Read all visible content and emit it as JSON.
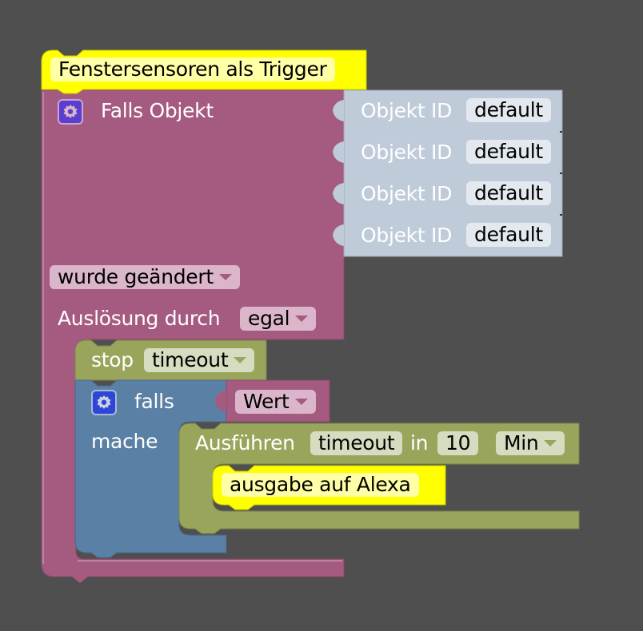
{
  "colors": {
    "workspace": "#4f4f4f",
    "trigger_block": "#a55b80",
    "object_id_block": "#bfcbd9",
    "comment_block": "#ffff00",
    "timeout_block": "#9aa55c",
    "if_block": "#5b80a5"
  },
  "comment_top": {
    "text": "Fenstersensoren als Trigger"
  },
  "trigger": {
    "gear_icon": "gear-icon",
    "label": "Falls Objekt",
    "object_ids": [
      {
        "label": "Objekt ID",
        "value": "default"
      },
      {
        "label": "Objekt ID",
        "value": "default"
      },
      {
        "label": "Objekt ID",
        "value": "default"
      },
      {
        "label": "Objekt ID",
        "value": "default"
      }
    ],
    "condition_dropdown": "wurde geändert",
    "trigger_by_label": "Auslösung durch",
    "trigger_by_dropdown": "egal"
  },
  "stop_block": {
    "label": "stop",
    "dropdown": "timeout"
  },
  "if_block": {
    "gear_icon": "gear-icon",
    "if_label": "falls",
    "condition_dropdown": "Wert",
    "do_label": "mache"
  },
  "timeout_block": {
    "label": "Ausführen",
    "name_value": "timeout",
    "in_label": "in",
    "delay_value": "10",
    "unit_dropdown": "Min"
  },
  "comment_inner": {
    "text": "ausgabe auf Alexa"
  }
}
